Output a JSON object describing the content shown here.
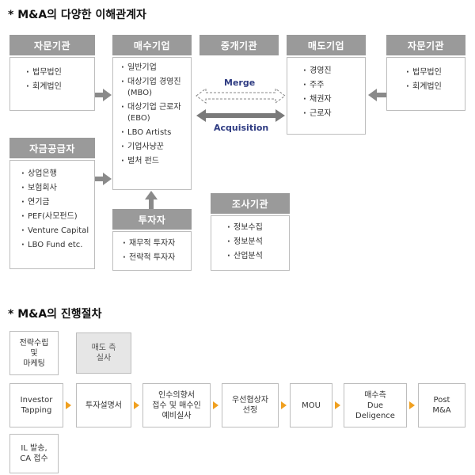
{
  "section1": {
    "title": "* M&A의 다양한 이해관계자"
  },
  "advisor_left": {
    "header": "자문기관",
    "items": [
      "법무법인",
      "회계법인"
    ]
  },
  "buyer": {
    "header": "매수기업",
    "items": [
      "일반기업",
      "대상기업 경영진\n(MBO)",
      "대상기업 근로자\n(EBO)",
      "LBO Artists",
      "기업사냥꾼",
      "벌처 펀드"
    ]
  },
  "broker": {
    "header": "중개기관"
  },
  "seller": {
    "header": "매도기업",
    "items": [
      "경영진",
      "주주",
      "채권자",
      "근로자"
    ]
  },
  "advisor_right": {
    "header": "자문기관",
    "items": [
      "법무법인",
      "회계법인"
    ]
  },
  "merge_label": "Merge",
  "acquisition_label": "Acquisition",
  "fund": {
    "header": "자금공급자",
    "items": [
      "상업은행",
      "보험회사",
      "연기금",
      "PEF(사모펀드)",
      "Venture Capital",
      "LBO Fund etc."
    ]
  },
  "investor": {
    "header": "투자자",
    "items": [
      "재무적 투자자",
      "전략적 투자자"
    ]
  },
  "research": {
    "header": "조사기관",
    "items": [
      "정보수집",
      "정보분석",
      "산업분석"
    ]
  },
  "section2": {
    "title": "* M&A의 진행절차"
  },
  "process": {
    "top_left": "전략수립\n및\n마케팅",
    "top_gray": "매도 측\n실사",
    "steps": [
      "Investor\nTapping",
      "투자설명서",
      "인수의향서\n접수 및 매수인\n예비실사",
      "우선협상자\n선정",
      "MOU",
      "매수측\nDue\nDeligence",
      "Post\nM&A"
    ],
    "bottom_left": "IL 발송,\nCA 접수"
  },
  "colors": {
    "header_gray": "#9a9a9a",
    "arrow_gray": "#8a8a8a",
    "process_arrow": "#f0a020",
    "label_blue": "#2e3b82"
  }
}
